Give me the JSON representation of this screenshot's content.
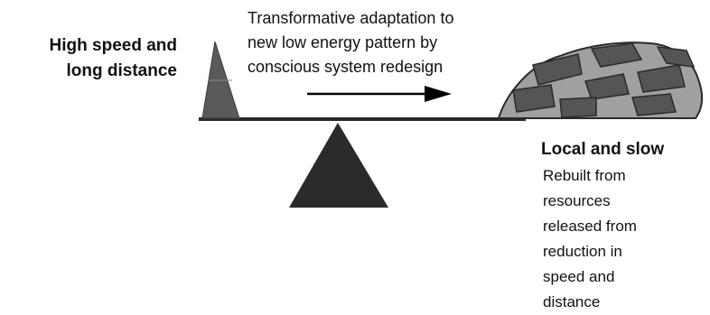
{
  "diagram": {
    "left_label": "High speed and\nlong distance",
    "arrow_label": "Transformative adaptation to\nnew low energy pattern by\nconscious system redesign",
    "right_title": "Local and slow",
    "right_body": "Rebuilt from\nresources\nreleased from\nreduction in\nspeed and\ndistance",
    "colors": {
      "fulcrum": "#2b2b2b",
      "beam": "#2a2a2a",
      "spike": "#555555",
      "rock_pile_base": "#9a9a9a",
      "rock_blocks": "#555555",
      "arrow": "#000000"
    }
  }
}
